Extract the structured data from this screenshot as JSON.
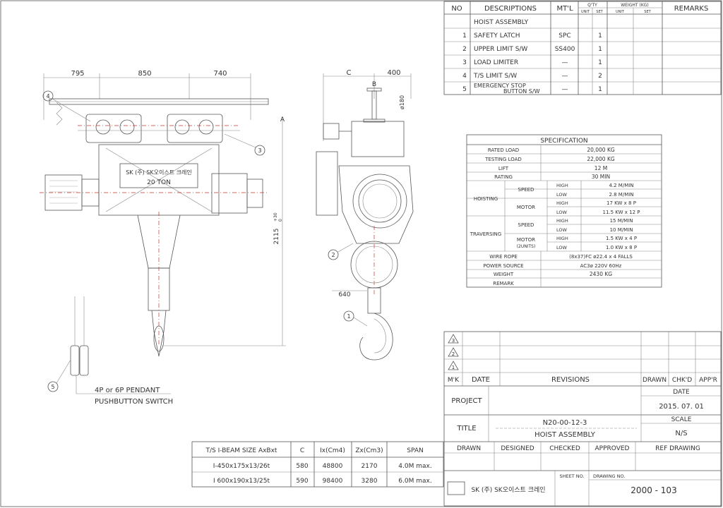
{
  "parts_list": {
    "headers": {
      "no": "NO",
      "descriptions": "DESCRIPTIONS",
      "mtl": "MT'L",
      "qty": "Q'TY",
      "qty_unit": "UNIT",
      "qty_set": "SET",
      "weight": "WEIGHT (KG)",
      "weight_unit": "UNIT",
      "weight_set": "SET",
      "remarks": "REMARKS"
    },
    "rows": [
      {
        "no": "",
        "desc": "HOIST ASSEMBLY",
        "mtl": "",
        "set": ""
      },
      {
        "no": "1",
        "desc": "SAFETY LATCH",
        "mtl": "SPC",
        "set": "1"
      },
      {
        "no": "2",
        "desc": "UPPER LIMIT S/W",
        "mtl": "SS400",
        "set": "1"
      },
      {
        "no": "3",
        "desc": "LOAD LIMITER",
        "mtl": "—",
        "set": "1"
      },
      {
        "no": "4",
        "desc": "T/S LIMIT S/W",
        "mtl": "—",
        "set": "2"
      },
      {
        "no": "5",
        "desc": "EMERGENCY STOP",
        "desc2": "BUTTON S/W",
        "mtl": "—",
        "set": "1"
      }
    ]
  },
  "spec": {
    "title": "SPECIFICATION",
    "rated_load": "RATED LOAD",
    "rated_load_val": "20,000 KG",
    "testing_load": "TESTING LOAD",
    "testing_load_val": "22,000 KG",
    "lift": "LIFT",
    "lift_val": "12 M",
    "rating": "RATING",
    "rating_val": "30 MIN",
    "hoisting": "HOISTING",
    "traversing": "TRAVERSING",
    "speed": "SPEED",
    "motor": "MOTOR",
    "motor2": "MOTOR",
    "motor2_sub": "(2UNITS)",
    "high": "HIGH",
    "low": "LOW",
    "h_speed_high": "4.2 M/MIN",
    "h_speed_low": "2.8 M/MIN",
    "h_motor_high": "17 KW x 8 P",
    "h_motor_low": "11.5 KW x 12 P",
    "t_speed_high": "15 M/MIN",
    "t_speed_low": "10 M/MIN",
    "t_motor_high": "1.5 KW x 4 P",
    "t_motor_low": "1.0 KW x 8 P",
    "wire_rope": "WIRE ROPE",
    "wire_rope_val": "(8x37)FC ø22.4 x 4 FALLS",
    "power_source": "POWER SOURCE",
    "power_source_val": "AC3ø 220V 60Hz",
    "weight": "WEIGHT",
    "weight_val": "2430 KG",
    "remark": "REMARK"
  },
  "dims": {
    "d795": "795",
    "d850": "850",
    "d740": "740",
    "dC": "C",
    "d400": "400",
    "dB": "B",
    "dA": "A",
    "d180": "ø180",
    "d2115": "2115",
    "d2115_tol": "+30",
    "d2115_tol2": "0",
    "d640": "640"
  },
  "callouts": {
    "c1": "1",
    "c2": "2",
    "c3": "3",
    "c4": "4",
    "c5": "5"
  },
  "pendant": {
    "line1": "4P or 6P PENDANT",
    "line2": "PUSHBUTTON SWITCH"
  },
  "body_label": {
    "brand": "SK (주) SK오이스트 크레인",
    "cap": "20 TON"
  },
  "beam_table": {
    "headers": [
      "T/S I-BEAM SIZE AxBxt",
      "C",
      "Ix(Cm4)",
      "Zx(Cm3)",
      "SPAN"
    ],
    "rows": [
      [
        "I-450x175x13/26t",
        "580",
        "48800",
        "2170",
        "4.0M max."
      ],
      [
        "I 600x190x13/25t",
        "590",
        "98400",
        "3280",
        "6.0M max."
      ]
    ]
  },
  "title_block": {
    "rev_marks": [
      "3",
      "2",
      "1"
    ],
    "mk": "M'K",
    "date": "DATE",
    "revisions": "REVISIONS",
    "drawn": "DRAWN",
    "chkd": "CHK'D",
    "appr": "APP'R",
    "project": "PROJECT",
    "date_label": "DATE",
    "date_val": "2015. 07. 01",
    "title": "TITLE",
    "title_line1": "N20-00-12-3",
    "title_line2": "HOIST ASSEMBLY",
    "scale": "SCALE",
    "scale_val": "N/S",
    "drawn2": "DRAWN",
    "designed": "DESIGNED",
    "checked": "CHECKED",
    "approved": "APPROVED",
    "ref_drawing": "REF DRAWING",
    "company": "SK (주) SK오이스트 크레인",
    "sheet_no": "SHEET NO.",
    "drawing_no": "DRAWING NO.",
    "drawing_no_val": "2000 - 103"
  },
  "colors": {
    "line": "#555555",
    "accent_red": "#c0392b",
    "motor_fill": "#e6e6e6"
  }
}
